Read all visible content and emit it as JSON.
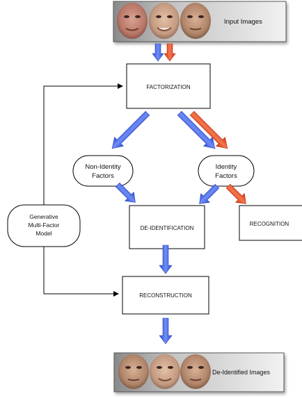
{
  "nodes": {
    "input": "Input Images",
    "factorization": "FACTORIZATION",
    "non_identity": [
      "Non-Identity",
      "Factors"
    ],
    "identity": [
      "Identity",
      "Factors"
    ],
    "generative": [
      "Generative",
      "Multi-Factor",
      "Model"
    ],
    "deidentification": "DE-IDENTIFICATION",
    "recognition": "RECOGNITION",
    "reconstruction": "RECONSTRUCTION",
    "output": "De-Identified Images"
  },
  "colors": {
    "blue_arrow": "#3f63e6",
    "red_arrow": "#e8401c"
  }
}
